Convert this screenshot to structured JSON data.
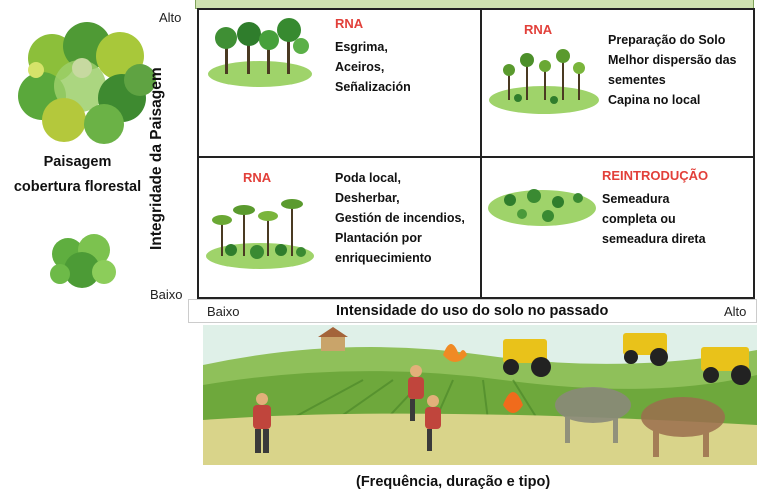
{
  "y_axis": {
    "label": "Integridade da Paisagem",
    "high": "Alto",
    "low": "Baixo"
  },
  "x_axis": {
    "label": "Intensidade do uso do solo no passado",
    "low": "Baixo",
    "high": "Alto"
  },
  "landscape": {
    "label_line1": "Paisagem",
    "label_line2": "cobertura florestal"
  },
  "quadrants": {
    "top_left": {
      "title": "RNA",
      "items": [
        "Esgrima,",
        "Aceiros,",
        "Señalización"
      ]
    },
    "top_right": {
      "title": "RNA",
      "items": [
        "Preparação do Solo",
        "Melhor dispersão das",
        "sementes",
        "Capina no local"
      ]
    },
    "bottom_left": {
      "title": "RNA",
      "items": [
        "Poda local,",
        "Desherbar,",
        "Gestión de incendios,",
        "Plantación por",
        "enriquecimiento"
      ]
    },
    "bottom_right": {
      "title": "REINTRODUÇÃO",
      "items": [
        "Semeadura",
        "completa ou",
        "semeadura direta"
      ]
    }
  },
  "caption": "(Frequência, duração e tipo)",
  "colors": {
    "accent_red": "#e2403a",
    "grass": "#9fd36a",
    "forest": "#3f9b3a"
  }
}
